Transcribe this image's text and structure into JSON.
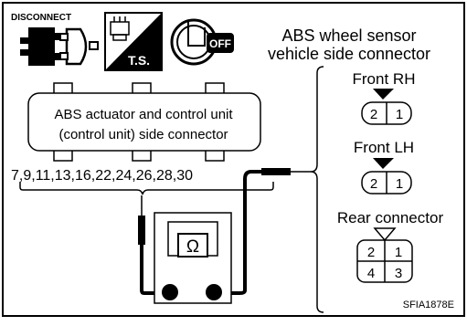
{
  "icons": {
    "disconnect_label": "DISCONNECT",
    "ts_label": "T.S.",
    "off_label": "OFF"
  },
  "title": {
    "line1": "ABS wheel sensor",
    "line2": "vehicle side connector"
  },
  "actuator": {
    "line1": "ABS actuator and control unit",
    "line2": "(control unit) side connector",
    "terminals": "7,9,11,13,16,22,24,26,28,30"
  },
  "meter": {
    "symbol": "Ω"
  },
  "connectors": {
    "front_rh": {
      "label": "Front RH",
      "pins": [
        "2",
        "1"
      ]
    },
    "front_lh": {
      "label": "Front LH",
      "pins": [
        "2",
        "1"
      ]
    },
    "rear": {
      "label": "Rear connector",
      "pins": [
        "2",
        "1",
        "4",
        "3"
      ]
    }
  },
  "figure_code": "SFIA1878E"
}
